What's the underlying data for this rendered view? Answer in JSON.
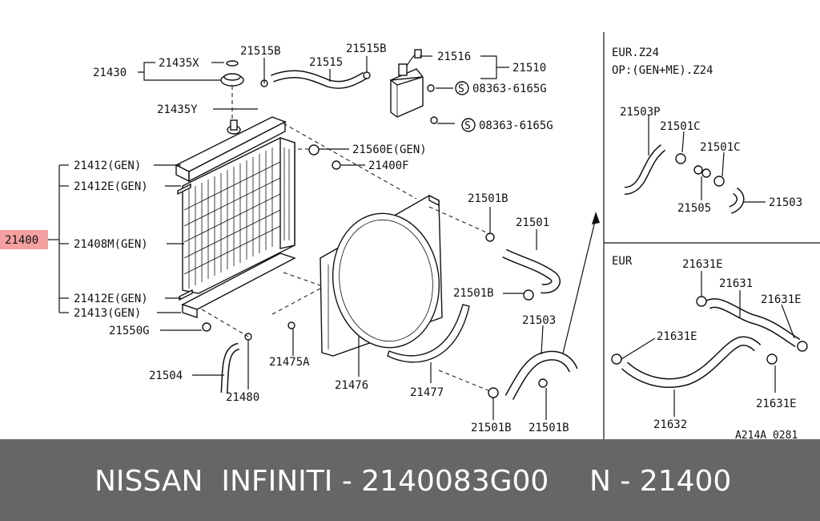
{
  "labels": {
    "p21430": "21430",
    "p21435X": "21435X",
    "p21515B_a": "21515B",
    "p21515": "21515",
    "p21515B_b": "21515B",
    "p21516": "21516",
    "p21510": "21510",
    "p08363_a": "08363-6165G",
    "p08363_b": "08363-6165G",
    "p21435Y": "21435Y",
    "p21560E": "21560E(GEN)",
    "p21400F": "21400F",
    "p21412": "21412(GEN)",
    "p21412E_a": "21412E(GEN)",
    "p21400": "21400",
    "p21408M": "21408M(GEN)",
    "p21412E_b": "21412E(GEN)",
    "p21413": "21413(GEN)",
    "p21550G": "21550G",
    "p21504": "21504",
    "p21480": "21480",
    "p21475A": "21475A",
    "p21476": "21476",
    "p21477": "21477",
    "p21501B_a": "21501B",
    "p21501": "21501",
    "p21501B_b": "21501B",
    "p21503": "21503",
    "p21501B_c": "21501B",
    "p21501B_d": "21501B",
    "s": "S"
  },
  "inset_top": {
    "title1": "EUR.Z24",
    "title2": "OP:(GEN+ME).Z24",
    "p21503P": "21503P",
    "p21501C_a": "21501C",
    "p21501C_b": "21501C",
    "p21505": "21505",
    "p21503": "21503"
  },
  "inset_bottom": {
    "title": "EUR",
    "p21631E_a": "21631E",
    "p21631": "21631",
    "p21631E_b": "21631E",
    "p21631E_c": "21631E",
    "p21631E_d": "21631E",
    "p21632": "21632"
  },
  "diagram_code": "A214A 0281",
  "highlight_color": "#f4a0a0",
  "footer": {
    "brand_part": "NISSAN  INFINITI - 2140083G00",
    "ref": "N - 21400"
  }
}
